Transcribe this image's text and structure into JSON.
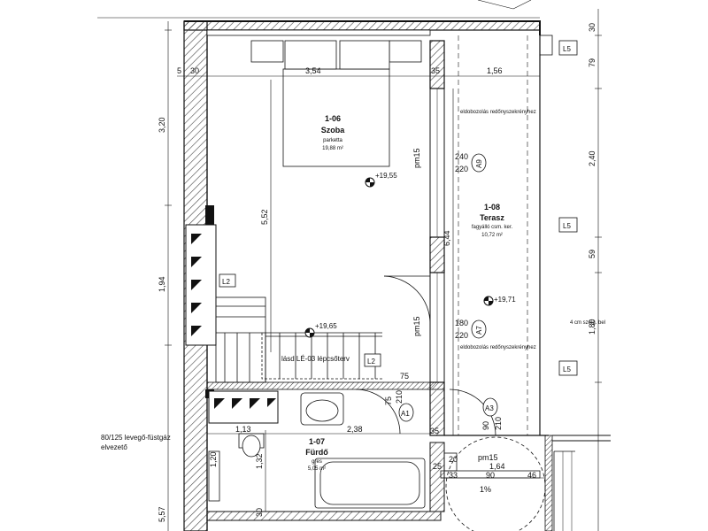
{
  "rooms": {
    "szoba": {
      "code": "1-06",
      "name": "Szoba",
      "floor": "parketta",
      "area": "19,88 m²"
    },
    "terasz": {
      "code": "1-08",
      "name": "Terasz",
      "floor": "fagyálló csm. ker.",
      "area": "10,72 m²"
    },
    "furdo": {
      "code": "1-07",
      "name": "Fürdő",
      "floor": "gres",
      "area": "5,05 m²"
    }
  },
  "levels": {
    "szoba": "+19,55",
    "stair": "+19,65",
    "terasz": "+19,71"
  },
  "dimensions": {
    "top_5": "5",
    "top_30": "30",
    "top_354": "3,54",
    "top_35": "35",
    "top_156": "1,56",
    "left_320": "3,20",
    "left_194": "1,94",
    "left_557": "5,57",
    "inner_552": "5,52",
    "inner_644": "6,44",
    "right_30": "30",
    "right_79": "79",
    "right_240": "2,40",
    "right_59": "59",
    "right_180": "1,80",
    "bath_113": "1,13",
    "bath_238": "2,38",
    "bath_132": "1,32",
    "bath_120": "1,20",
    "d_75a": "75",
    "d_75b": "75",
    "d_210a": "210",
    "d_90": "90",
    "d_210b": "210",
    "w_240": "240",
    "w_220a": "220",
    "w_180": "180",
    "w_220b": "220",
    "pm15a": "pm15",
    "pm15b": "pm15",
    "pm15c": "pm15",
    "b_25": "25",
    "b_20": "20",
    "b_164": "1,64",
    "b_33": "33",
    "b_90": "90",
    "b_46": "46",
    "b_35": "35",
    "b_30": "30",
    "slope": "1%"
  },
  "tags": {
    "A9": "A9",
    "A7": "A7",
    "A1": "A1",
    "A3": "A3",
    "L5a": "L5",
    "L5b": "L5",
    "L5c": "L5",
    "L2a": "L2",
    "L2b": "L2"
  },
  "notes": {
    "redony1": "eldobozolás redőnyszekrényhez",
    "redony2": "eldobozolás redőnyszekrényhez",
    "stair": "lásd LÉ-03 lépcsőterv",
    "flue1": "80/125 levegő-füstgáz",
    "flue2": "elvezető",
    "beam": "4 cm szeig. bel"
  }
}
